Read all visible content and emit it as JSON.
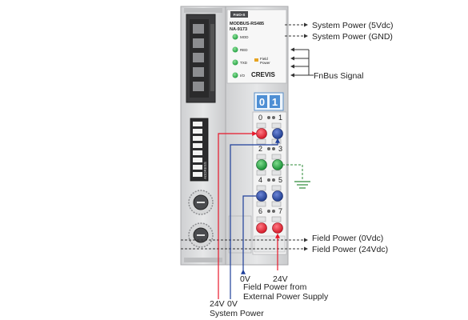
{
  "module": {
    "model_tag": "FnIO-S",
    "model_line1": "MODBUS-RS485",
    "model_line2": "NA-9173",
    "brand": "CREVIS",
    "leds": [
      "MOD",
      "RED",
      "TXD",
      "I/O"
    ],
    "field_power_led_label_1": "Field",
    "field_power_led_label_2": "Power",
    "address_digits": [
      "0",
      "1"
    ],
    "switch_label": "ADDRESS"
  },
  "terminals": {
    "channel_labels": [
      "0",
      "1",
      "2",
      "3",
      "4",
      "5",
      "6",
      "7"
    ]
  },
  "annotations": {
    "system_power_5v": "System Power (5Vdc)",
    "system_power_gnd": "System Power (GND)",
    "fnbus_signal": "FnBus Signal",
    "field_power_0v": "Field Power (0Vdc)",
    "field_power_24v": "Field Power (24Vdc)",
    "ext_0v": "0V",
    "ext_24v": "24V",
    "field_power_from_1": "Field Power from",
    "field_power_from_2": "External Power Supply",
    "sys_24v": "24V",
    "sys_0v": "0V",
    "system_power": "System Power"
  },
  "colors": {
    "red": "#e8182b",
    "blue": "#1e3f9a",
    "green": "#1a9a3a",
    "module_body": "#e1e2e3",
    "ground_line": "#2e8b3a"
  }
}
